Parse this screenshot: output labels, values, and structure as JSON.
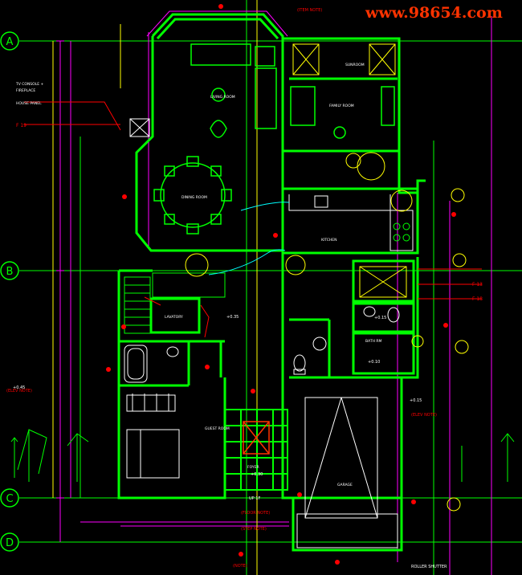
{
  "watermark": "www.98654.com",
  "colors": {
    "background": "#000000",
    "wall": "#00ff00",
    "grid": "#00ff00",
    "magenta": "#ff00ff",
    "red": "#ff0000",
    "yellow": "#ffff00",
    "white": "#ffffff",
    "cyan": "#00ffff",
    "watermark": "#ff3300"
  },
  "grid_axes": {
    "a": "A",
    "b": "B",
    "c": "C",
    "d": "D"
  },
  "rooms": {
    "living": "LIVING ROOM",
    "family": "FAMILY ROOM",
    "sunroom": "SUNROOM",
    "dining": "DINING ROOM",
    "kitchen": "KITCHEN",
    "lavatory": "LAVATORY",
    "bath": "BATH RM",
    "guest": "GUEST ROOM",
    "garage": "GARAGE",
    "foyer": "FOYER"
  },
  "left_notes": {
    "fireplace1": "TV CONSOLE +",
    "fireplace2": "FIREPLACE",
    "panel1": "HOUSE PANEL",
    "f19": "F 19"
  },
  "right_notes": {
    "f13": "F 13",
    "f18": "F 18",
    "fl1": "+0.15",
    "fl2": "+0.10"
  },
  "levels": {
    "left_elev": "+0.45",
    "right_elev": "+0.15",
    "living_lvl": "+0.35",
    "hall_lvl": "+0.30",
    "up_label": "UP 1F",
    "shutter": "ROLLER SHUTTER"
  }
}
